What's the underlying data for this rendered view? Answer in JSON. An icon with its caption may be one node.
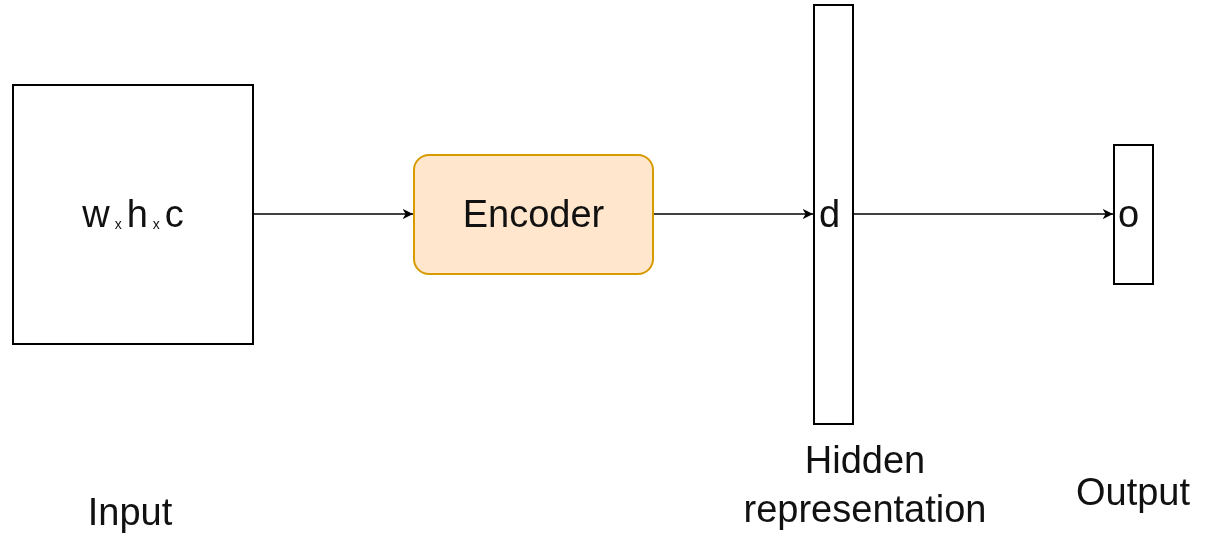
{
  "diagram": {
    "nodes": [
      {
        "text": [
          "w$_{x}$h$_{x}$c"
        ]
      },
      {
        "text": [
          "Encoder"
        ]
      },
      {
        "text": [
          "d"
        ],
        "beside": [
          "Hidden representation"
        ]
      },
      {
        "text": [
          "o"
        ]
      }
    ],
    "labels": [
      "Input",
      "Output"
    ],
    "edges": [
      {
        "from": 0,
        "to": 1,
        "arrow": "to"
      },
      {
        "from": 1,
        "to": 2,
        "arrow": "to"
      },
      {
        "from": 2,
        "to": 3,
        "arrow": "to"
      }
    ]
  }
}
